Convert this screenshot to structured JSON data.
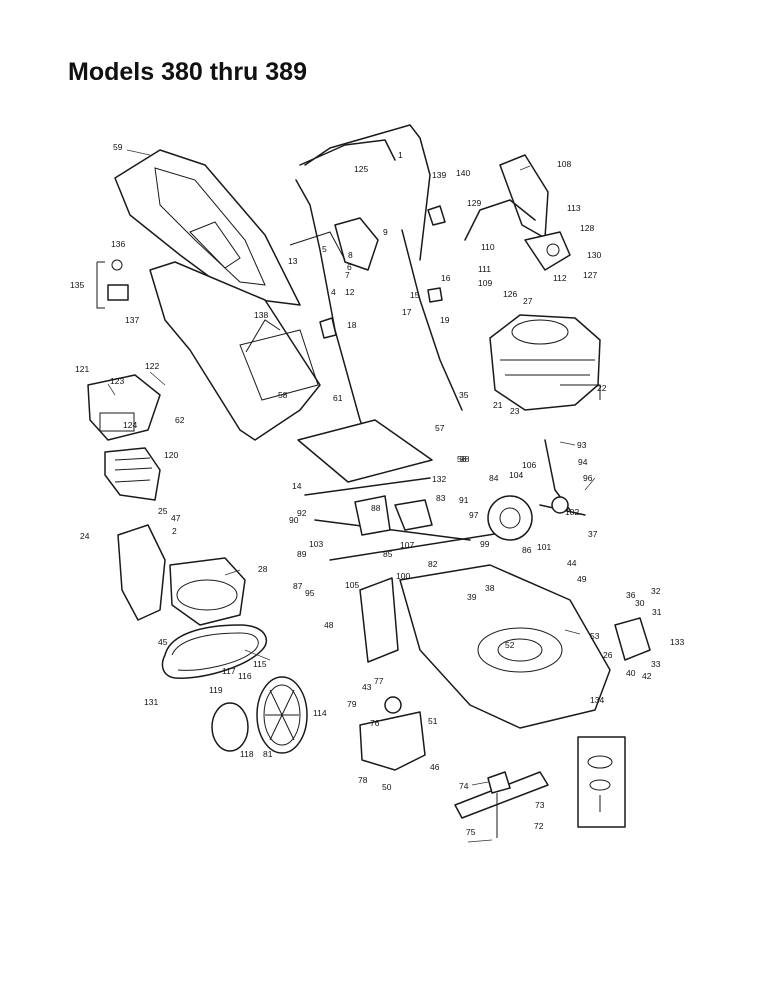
{
  "title": "Models 380 thru 389",
  "callouts": [
    "1",
    "2",
    "4",
    "5",
    "6",
    "7",
    "8",
    "9",
    "12",
    "13",
    "14",
    "15",
    "16",
    "17",
    "18",
    "19",
    "21",
    "22",
    "23",
    "24",
    "25",
    "26",
    "27",
    "28",
    "30",
    "31",
    "32",
    "33",
    "35",
    "36",
    "37",
    "38",
    "39",
    "40",
    "42",
    "43",
    "44",
    "45",
    "46",
    "47",
    "48",
    "49",
    "50",
    "51",
    "52",
    "53",
    "56",
    "57",
    "58",
    "59",
    "61",
    "62",
    "72",
    "73",
    "74",
    "75",
    "76",
    "77",
    "78",
    "79",
    "81",
    "82",
    "83",
    "84",
    "85",
    "86",
    "87",
    "88",
    "89",
    "90",
    "91",
    "92",
    "93",
    "94",
    "95",
    "96",
    "97",
    "98",
    "99",
    "100",
    "101",
    "102",
    "103",
    "104",
    "105",
    "106",
    "107",
    "108",
    "109",
    "110",
    "111",
    "112",
    "113",
    "114",
    "115",
    "116",
    "117",
    "118",
    "119",
    "120",
    "121",
    "122",
    "123",
    "124",
    "125",
    "126",
    "127",
    "128",
    "129",
    "130",
    "131",
    "132",
    "133",
    "134",
    "135",
    "136",
    "137",
    "138",
    "139",
    "140"
  ]
}
